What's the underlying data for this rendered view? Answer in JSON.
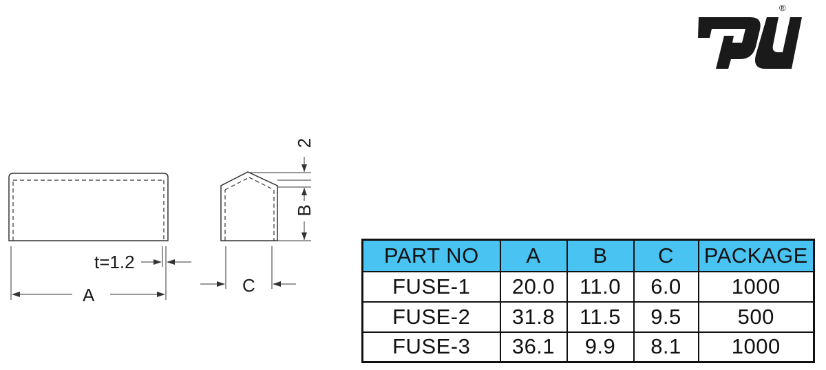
{
  "logo": {
    "icon": "ul-listing-mark-icon",
    "registered_mark": "®"
  },
  "drawing": {
    "labels": {
      "a": "A",
      "b": "B",
      "c": "C",
      "thickness": "t=1.2",
      "top_offset": "2"
    }
  },
  "table": {
    "header_color": "#49c3f2",
    "headers": [
      "PART NO",
      "A",
      "B",
      "C",
      "PACKAGE"
    ],
    "rows": [
      [
        "FUSE-1",
        "20.0",
        "11.0",
        "6.0",
        "1000"
      ],
      [
        "FUSE-2",
        "31.8",
        "11.5",
        "9.5",
        "500"
      ],
      [
        "FUSE-3",
        "36.1",
        "9.9",
        "8.1",
        "1000"
      ]
    ]
  }
}
